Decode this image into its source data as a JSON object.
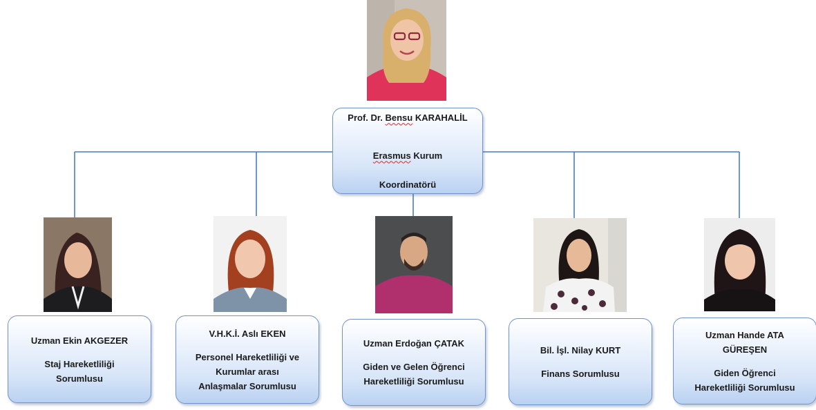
{
  "colors": {
    "connector": "#4a7cc0",
    "box_border": "#6f93c9",
    "head_background": "#e0335a"
  },
  "head": {
    "name_prefix": "Prof. Dr.",
    "name_first": "Bensu",
    "name_last": "KARAHALİL",
    "role_line1": "Erasmus",
    "role_line1_rest": " Kurum",
    "role_line2": "Koordinatörü",
    "photo_icon": "person-photo-icon"
  },
  "members": [
    {
      "name": "Uzman Ekin AKGEZER",
      "role": "Staj Hareketliliği\nSorumlusu",
      "photo_icon": "person-photo-icon"
    },
    {
      "name": "V.H.K.İ. Aslı EKEN",
      "role": "Personel Hareketliliği ve\nKurumlar arası\nAnlaşmalar Sorumlusu",
      "photo_icon": "person-photo-icon"
    },
    {
      "name": "Uzman Erdoğan ÇATAK",
      "role": "Giden ve Gelen Öğrenci\nHareketliliği Sorumlusu",
      "photo_icon": "person-photo-icon"
    },
    {
      "name": "Bil. İşl. Nilay KURT",
      "role": "Finans Sorumlusu",
      "photo_icon": "person-photo-icon"
    },
    {
      "name": "Uzman Hande ATA\nGÜREŞEN",
      "role": "Giden Öğrenci\nHareketliliği Sorumlusu",
      "photo_icon": "person-photo-icon"
    }
  ]
}
